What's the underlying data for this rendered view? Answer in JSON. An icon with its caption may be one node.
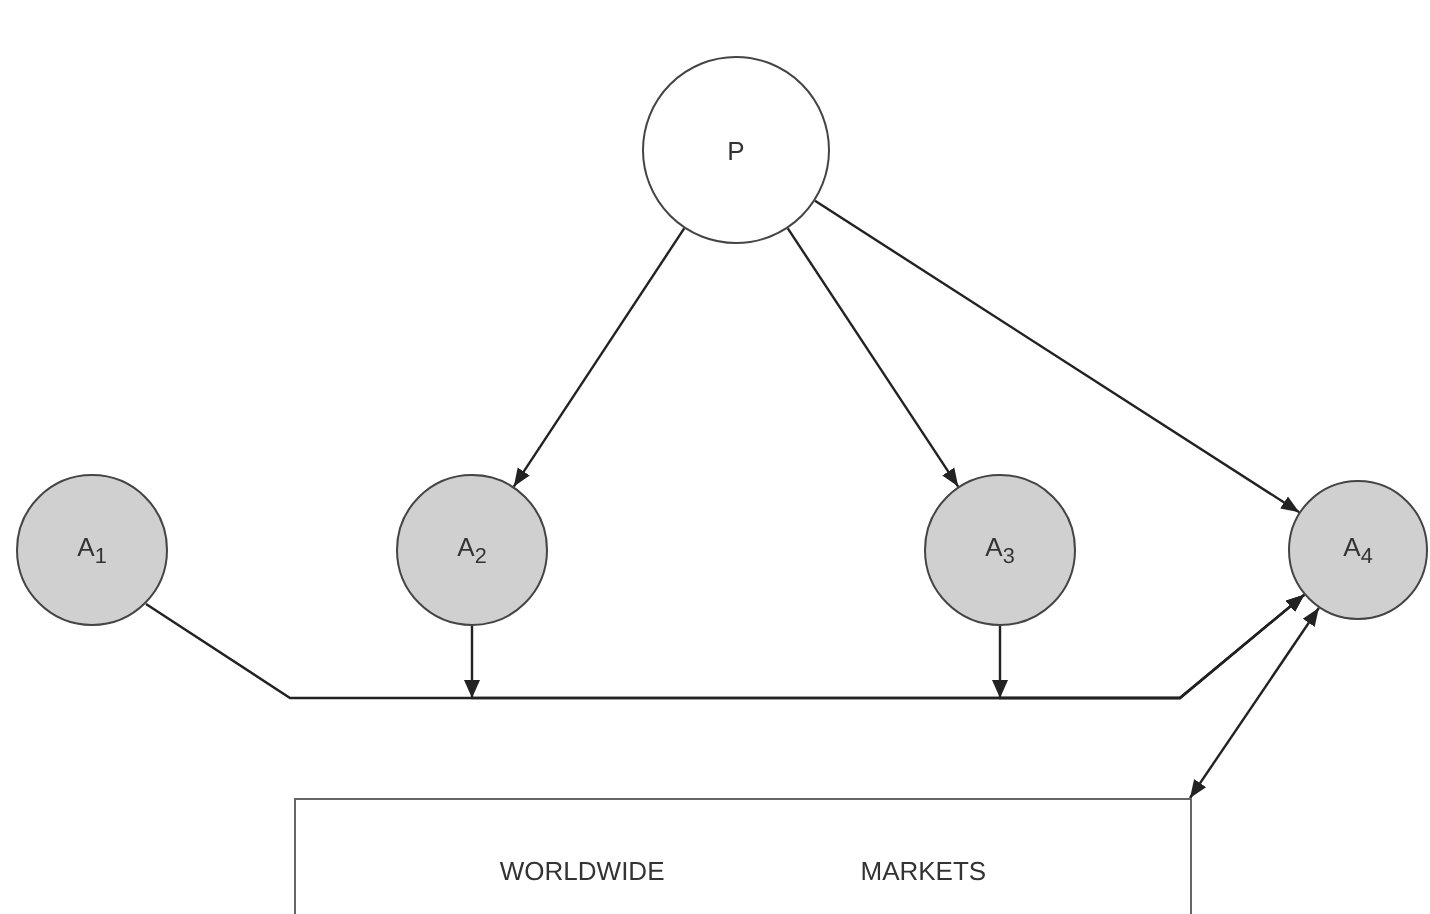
{
  "diagram": {
    "nodes": [
      {
        "text": [
          "P"
        ]
      },
      {
        "text": [
          "A$_{1}$"
        ]
      },
      {
        "text": [
          "A$_{2}$"
        ]
      },
      {
        "text": [
          "A$_{3}$"
        ]
      },
      {
        "text": [
          "A$_{4}$"
        ]
      },
      {
        "text": [
          "WORLDWIDE",
          "MARKETS"
        ]
      }
    ],
    "edges": [
      {
        "from": 0,
        "to": 2,
        "arrow": "to"
      },
      {
        "from": 0,
        "to": 3,
        "arrow": "to"
      },
      {
        "from": 0,
        "to": 4,
        "arrow": "to"
      },
      {
        "from": 1,
        "to": 4,
        "arrow": "to"
      },
      {
        "from": 2,
        "to": 4,
        "arrow": "to"
      },
      {
        "from": 3,
        "to": 4,
        "arrow": "to"
      },
      {
        "from": 4,
        "to": 5,
        "arrow": "both"
      }
    ]
  }
}
